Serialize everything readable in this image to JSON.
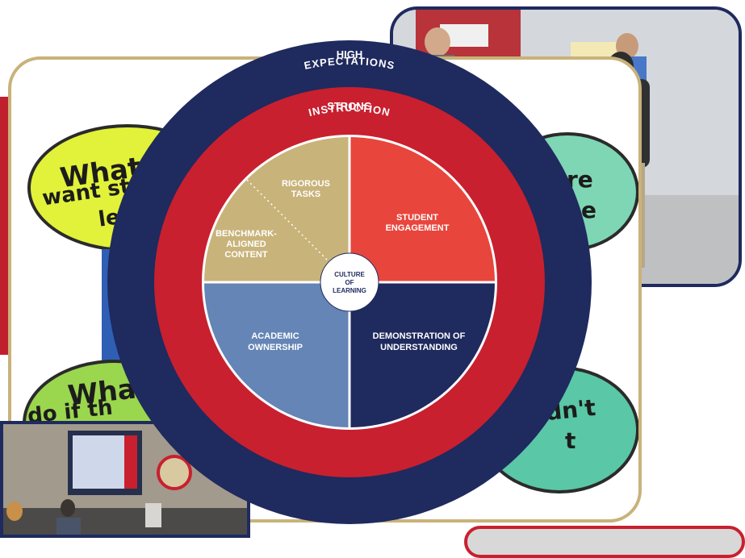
{
  "framework": {
    "outer_ring": "HIGH\nEXPECTATIONS",
    "outer_line1": "HIGH",
    "outer_line2": "EXPECTATIONS",
    "middle_line1": "STRONG",
    "middle_line2": "INSTRUCTION",
    "center_line1": "CULTURE",
    "center_line2": "OF",
    "center_line3": "LEARNING",
    "q_rigorous_1": "RIGOROUS",
    "q_rigorous_2": "TASKS",
    "q_benchmark_1": "BENCHMARK-",
    "q_benchmark_2": "ALIGNED",
    "q_benchmark_3": "CONTENT",
    "q_engagement_1": "STUDENT",
    "q_engagement_2": "ENGAGEMENT",
    "q_ownership_1": "ACADEMIC",
    "q_ownership_2": "OWNERSHIP",
    "q_demo_1": "DEMONSTRATION OF",
    "q_demo_2": "UNDERSTANDING"
  },
  "speech_bubbles": {
    "top_left_1": "What d",
    "top_left_2": "want st",
    "top_left_3": "le",
    "bottom_left_1": "What",
    "bottom_left_2": "do if th",
    "top_right_1": "re",
    "top_right_2": "e",
    "bottom_right_1": "dn't",
    "bottom_right_2": "t"
  },
  "colors": {
    "navy": "#1f2a5e",
    "red": "#c8202f",
    "gold": "#c8b37a",
    "coral": "#e8453c",
    "steel_blue": "#6485b5",
    "white": "#ffffff"
  }
}
